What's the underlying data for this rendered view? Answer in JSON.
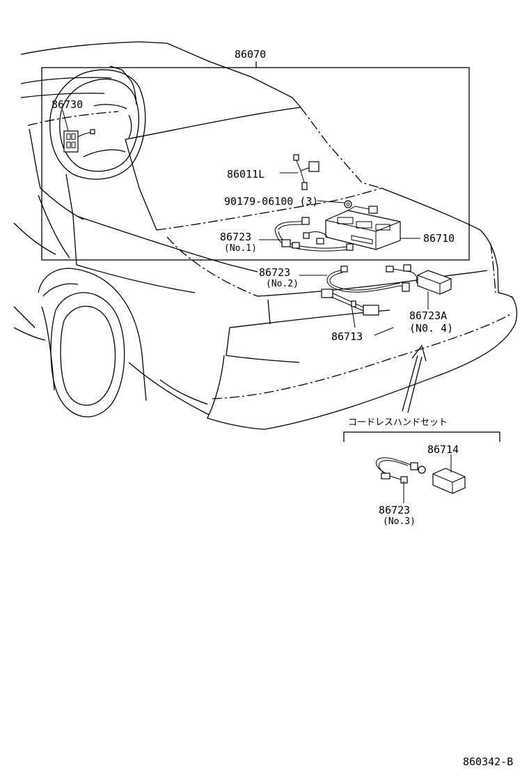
{
  "labels": {
    "p86070": "86070",
    "p86730": "86730",
    "p86011l": "86011L",
    "p90179": "90179-06100 (3)",
    "p86723_1": "86723",
    "p86723_1_sub": "(No.1)",
    "p86710": "86710",
    "p86723_2": "86723",
    "p86723_2_sub": "(No.2)",
    "p86723a": "86723A",
    "p86723a_sub": "(N0. 4)",
    "p86713": "86713",
    "cordless": "コードレスハンドセット",
    "p86714": "86714",
    "p86723_3": "86723",
    "p86723_3_sub": "(No.3)",
    "diagram_code": "860342-B"
  }
}
